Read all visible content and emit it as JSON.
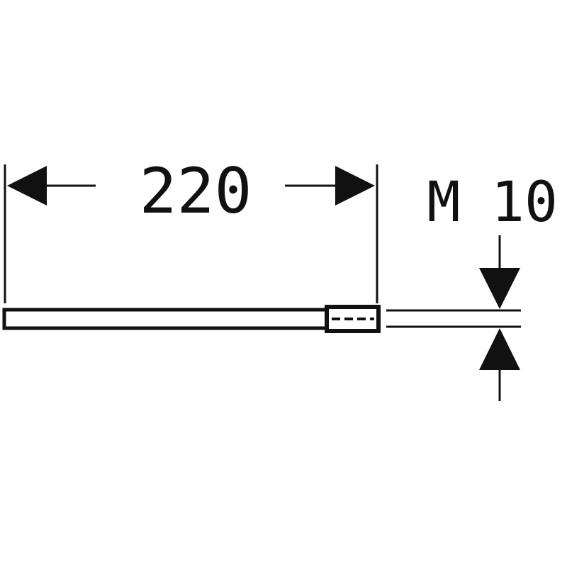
{
  "drawing": {
    "length_value": "220",
    "thread_m": "M",
    "thread_size": "10"
  },
  "colors": {
    "line": "#111111",
    "rod_fill": "#ffffff",
    "background": "#ffffff"
  }
}
